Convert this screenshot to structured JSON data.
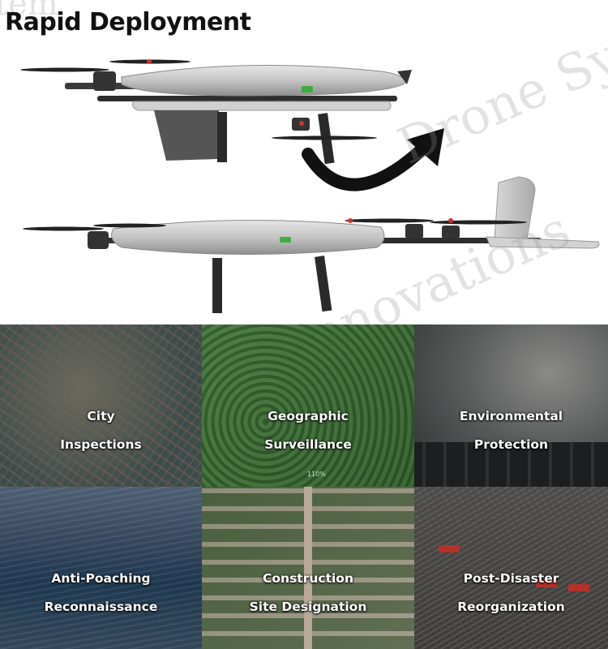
{
  "header": {
    "title": "Rapid Deployment"
  },
  "watermark": {
    "line1": "Drone Sys",
    "line2": "Innovations",
    "fragment": "tem"
  },
  "tiles": [
    {
      "line1": "City",
      "line2": "Inspections"
    },
    {
      "line1": "Geographic",
      "line2": "Surveillance",
      "badge": "110%"
    },
    {
      "line1": "Environmental",
      "line2": "Protection"
    },
    {
      "line1": "Anti-Poaching",
      "line2": "Reconnaissance"
    },
    {
      "line1": "Construction",
      "line2": "Site Designation"
    },
    {
      "line1": "Post-Disaster",
      "line2": "Reorganization"
    }
  ],
  "colors": {
    "title": "#111111",
    "caption": "#ffffff",
    "arrow": "#111111",
    "fuselage": "#c9c9c9",
    "rotor_accent": "#d6302a"
  }
}
